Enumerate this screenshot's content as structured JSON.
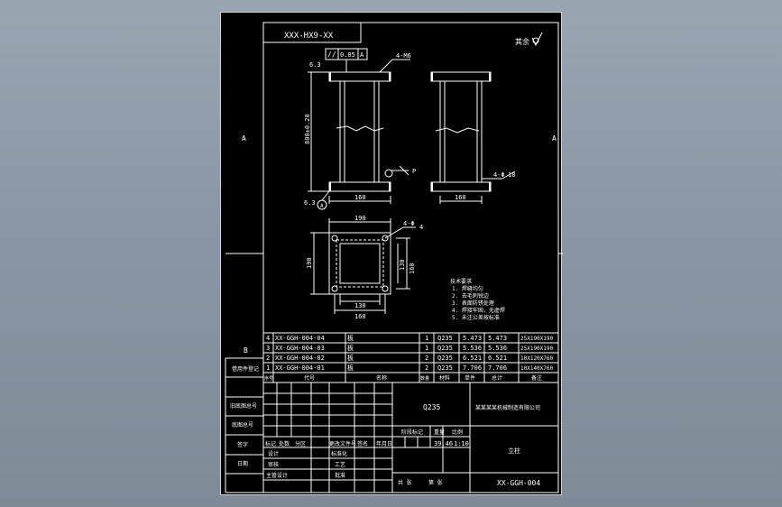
{
  "sheet": {
    "drawing_no_rotated": "XXX-HX9-XX",
    "roughness_symbol": "∇",
    "roughness_label": "其余",
    "zone_left_a": "A",
    "zone_right_a": "A",
    "zone_left_b": "B"
  },
  "front_view": {
    "roughness_top": "6.3",
    "parallelism_symbol": "//",
    "parallelism_tol": "0.05",
    "datum_ref": "A",
    "height_dim": "800±0.20",
    "width_dim": "160",
    "datum_label": "A",
    "roughness_bottom": "6.3",
    "leader_right": "P",
    "hole_note": "4-M6"
  },
  "side_view": {
    "width_dim": "160",
    "hole_note": "4-Φ",
    "hole_depth": "18"
  },
  "top_view": {
    "dim_top": "190",
    "dim_left": "190",
    "dim_right_outer": "160",
    "dim_right_inner": "130",
    "dim_bottom_inner": "130",
    "dim_bottom_outer": "160",
    "leader_note": "4-Φ",
    "leader_count": "4"
  },
  "tech_notes": [
    "技术要求",
    "1. 焊缝均匀",
    "2. 去毛刺锐边",
    "3. 表面防锈处理",
    "4. 焊接牢固，无虚焊",
    "5. 未注公差按标准"
  ],
  "bom": [
    {
      "no": "4",
      "code": "XX-GGH-004-04",
      "name": "板",
      "qty": "1",
      "material": "Q235",
      "unit_wt": "5.473",
      "total_wt": "5.473",
      "spec": "25X190X190"
    },
    {
      "no": "3",
      "code": "XX-GGH-004-03",
      "name": "板",
      "qty": "1",
      "material": "Q235",
      "unit_wt": "5.536",
      "total_wt": "5.536",
      "spec": "25X190X190"
    },
    {
      "no": "2",
      "code": "XX-GGH-004-02",
      "name": "板",
      "qty": "2",
      "material": "Q235",
      "unit_wt": "6.521",
      "total_wt": "6.521",
      "spec": "10X120X760"
    },
    {
      "no": "1",
      "code": "XX-GGH-004-01",
      "name": "板",
      "qty": "2",
      "material": "Q235",
      "unit_wt": "7.706",
      "total_wt": "7.706",
      "spec": "10X140X760"
    }
  ],
  "bom_header": {
    "no": "序号",
    "code": "代号",
    "name": "名称",
    "qty": "数量",
    "material": "材料",
    "unit_wt": "单件",
    "total_wt": "总计",
    "spec": "备注"
  },
  "side_labels": {
    "s1": "借用件登记",
    "s2": "旧底图总号",
    "s3": "底图总号",
    "s4": "签字",
    "s5": "日期"
  },
  "title_block": {
    "material": "Q235",
    "company": "某某某某机械制造有限公司",
    "part_name": "立柱",
    "drawing_no": "XX-GGH-004",
    "weight": "39.46",
    "scale": "1:10",
    "row_labels": {
      "mark": "标记",
      "count": "处数",
      "zone": "分区",
      "change_doc": "更改文件号",
      "sign": "签名",
      "date": "年月日",
      "design": "设计",
      "standard": "标准化",
      "check": "审核",
      "process": "工艺",
      "approve": "批准",
      "lead": "主管设计",
      "stage_mark": "阶段标记",
      "weight": "重量",
      "scale": "比例",
      "sheets": "共 张",
      "sheet": "第 张"
    }
  }
}
